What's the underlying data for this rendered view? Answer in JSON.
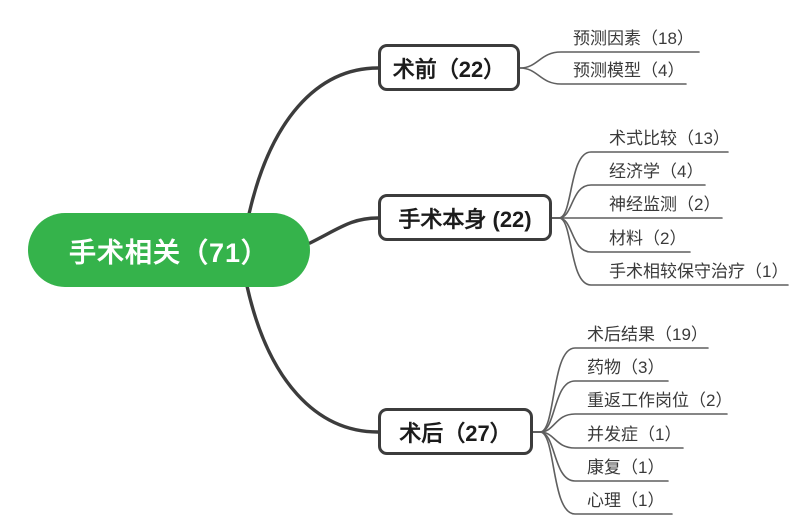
{
  "colors": {
    "root_bg": "#35b34b",
    "root_text": "#ffffff",
    "node_border": "#3c3c3c",
    "connector": "#3c3c3c",
    "leaf_line": "#5f5f5f",
    "text": "#3a3a3a",
    "node_bg": "#ffffff"
  },
  "root": {
    "label": "手术相关（71）",
    "count": 71
  },
  "branches": [
    {
      "label": "术前（22）",
      "count": 22,
      "leaves": [
        {
          "label": "预测因素（18）",
          "count": 18
        },
        {
          "label": "预测模型（4）",
          "count": 4
        }
      ]
    },
    {
      "label": "手术本身 (22)",
      "count": 22,
      "leaves": [
        {
          "label": "术式比较（13）",
          "count": 13
        },
        {
          "label": "经济学（4）",
          "count": 4
        },
        {
          "label": "神经监测（2）",
          "count": 2
        },
        {
          "label": "材料（2）",
          "count": 2
        },
        {
          "label": "手术相较保守治疗（1）",
          "count": 1
        }
      ]
    },
    {
      "label": "术后（27）",
      "count": 27,
      "leaves": [
        {
          "label": "术后结果（19）",
          "count": 19
        },
        {
          "label": "药物（3）",
          "count": 3
        },
        {
          "label": "重返工作岗位（2）",
          "count": 2
        },
        {
          "label": "并发症（1）",
          "count": 1
        },
        {
          "label": "康复（1）",
          "count": 1
        },
        {
          "label": "心理（1）",
          "count": 1
        }
      ]
    }
  ]
}
